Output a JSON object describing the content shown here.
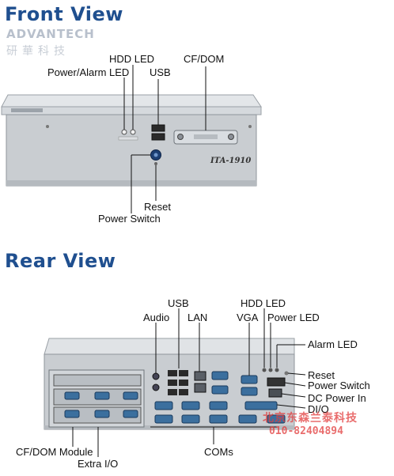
{
  "front": {
    "heading": "Front View",
    "logo_text": "ADVANTECH",
    "logo_sub": "研華科技",
    "model": "ITA-1910",
    "labels": {
      "hdd_led": "HDD LED",
      "cf_dom": "CF/DOM",
      "power_alarm_led": "Power/Alarm LED",
      "usb": "USB",
      "reset": "Reset",
      "power_switch": "Power Switch"
    }
  },
  "rear": {
    "heading": "Rear View",
    "labels": {
      "usb": "USB",
      "hdd_led": "HDD LED",
      "audio": "Audio",
      "lan": "LAN",
      "vga": "VGA",
      "power_led": "Power LED",
      "alarm_led": "Alarm LED",
      "reset": "Reset",
      "power_switch": "Power Switch",
      "dc_power_in": "DC Power In",
      "dio": "DI/O",
      "cf_dom_module": "CF/DOM Module",
      "extra_io": "Extra I/O",
      "coms": "COMs"
    }
  },
  "watermark": {
    "line1": "北京东森兰泰科技",
    "line2": "010-82404894"
  },
  "colors": {
    "heading": "#1f4f8f",
    "chassis": "#c8ccd0",
    "port_blue": "#3b6f9e",
    "watermark": "#e23c3c"
  }
}
